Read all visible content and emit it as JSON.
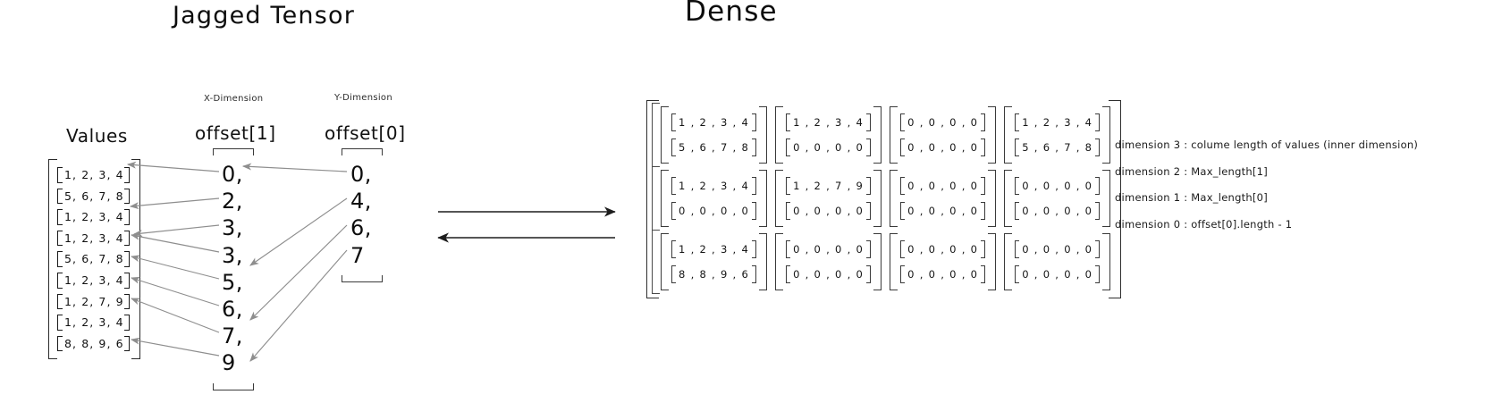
{
  "titles": {
    "jagged": "Jagged Tensor",
    "dense": "Dense"
  },
  "jagged": {
    "values_heading": "Values",
    "offset1_heading": "offset[1]",
    "offset0_heading": "offset[0]",
    "x_dimension_tag": "X-Dimension",
    "y_dimension_tag": "Y-Dimension",
    "values": [
      "1, 2, 3, 4",
      "5, 6, 7, 8",
      "1, 2, 3, 4",
      "1, 2, 3, 4",
      "5, 6, 7, 8",
      "1, 2, 3, 4",
      "1, 2, 7, 9",
      "1, 2, 3, 4",
      "8, 8, 9, 6"
    ],
    "offset1": [
      "0,",
      "2,",
      "3,",
      "3,",
      "5,",
      "6,",
      "7,",
      "9"
    ],
    "offset0": [
      "0,",
      "4,",
      "6,",
      "7"
    ]
  },
  "dense": {
    "rows": [
      [
        {
          "inner": [
            "1 , 2 , 3 , 4",
            "5 , 6 , 7 , 8"
          ]
        },
        {
          "inner": [
            "1 , 2 , 3 , 4",
            "0 , 0 , 0 , 0"
          ]
        },
        {
          "inner": [
            "0 , 0 , 0 , 0",
            "0 , 0 , 0 , 0"
          ]
        },
        {
          "inner": [
            "1 , 2 , 3 , 4",
            "5 , 6 , 7 , 8"
          ]
        }
      ],
      [
        {
          "inner": [
            "1 , 2 , 3 , 4",
            "0 , 0 , 0 , 0"
          ]
        },
        {
          "inner": [
            "1 , 2 , 7 , 9",
            "0 , 0 , 0 , 0"
          ]
        },
        {
          "inner": [
            "0 , 0 , 0 , 0",
            "0 , 0 , 0 , 0"
          ]
        },
        {
          "inner": [
            "0 , 0 , 0 , 0",
            "0 , 0 , 0 , 0"
          ]
        }
      ],
      [
        {
          "inner": [
            "1 , 2 , 3 , 4",
            "8 , 8 , 9 , 6"
          ]
        },
        {
          "inner": [
            "0 , 0 , 0 , 0",
            "0 , 0 , 0 , 0"
          ]
        },
        {
          "inner": [
            "0 , 0 , 0 , 0",
            "0 , 0 , 0 , 0"
          ]
        },
        {
          "inner": [
            "0 , 0 , 0 , 0",
            "0 , 0 , 0 , 0"
          ]
        }
      ]
    ]
  },
  "legend": {
    "lines": [
      "dimension 3 : colume length of values (inner dimension)",
      "dimension 2 : Max_length[1]",
      "dimension 1  : Max_length[0]",
      "dimension 0 : offset[0].length - 1"
    ]
  },
  "colors": {
    "ink": "#111111",
    "arrow": "#8a8a8a",
    "bracket": "#2f2f2f",
    "background": "#ffffff"
  }
}
